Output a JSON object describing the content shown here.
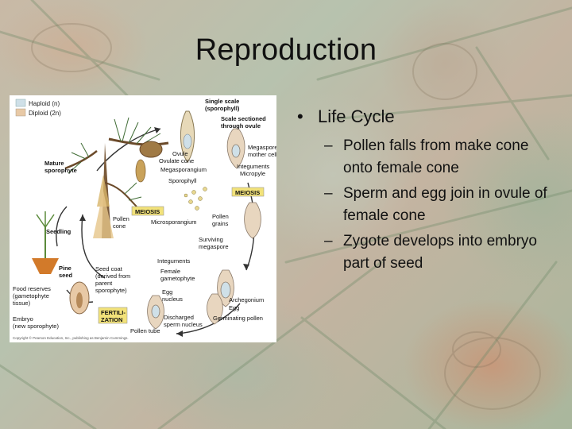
{
  "title": "Reproduction",
  "bullets": {
    "main": "Life Cycle",
    "marker": "•",
    "sub_marker": "–",
    "items": [
      "Pollen falls from make cone onto female cone",
      "Sperm and egg join in ovule of female cone",
      "Zygote develops into embryo part of seed"
    ]
  },
  "figure": {
    "legend": {
      "haploid": "Haploid (n)",
      "diploid": "Diploid (2n)"
    },
    "colors": {
      "haploid": "#cfe0e8",
      "diploid": "#e8c9a6",
      "meiosis": "#f2e27a",
      "fertilization": "#f2e27a"
    },
    "labels": {
      "single_scale": "Single scale",
      "sporophyll_paren": "(sporophyll)",
      "scale_sectioned": "Scale sectioned",
      "through_ovule": "through ovule",
      "ovule": "Ovule",
      "ovulate_cone": "Ovulate cone",
      "megasporangium": "Megasporangium",
      "megaspore": "Megaspore",
      "mother_cell": "mother cell",
      "integuments_top": "Integuments",
      "micropyle": "Micropyle",
      "sporophyll": "Sporophyll",
      "meiosis_right": "MEIOSIS",
      "mature": "Mature",
      "sporophyte": "sporophyte",
      "meiosis_left": "MEIOSIS",
      "pollen": "Pollen",
      "cone": "cone",
      "microsporangium": "Microsporangium",
      "pollen_grains_1": "Pollen",
      "pollen_grains_2": "grains",
      "surviving": "Surviving",
      "megaspore_2": "megaspore",
      "seedling": "Seedling",
      "integuments_mid": "Integuments",
      "pine": "Pine",
      "seed": "seed",
      "seed_coat_1": "Seed coat",
      "seed_coat_2": "(derived from",
      "seed_coat_3": "parent",
      "seed_coat_4": "sporophyte)",
      "female": "Female",
      "gametophyte": "gametophyte",
      "egg": "Egg",
      "nucleus": "nucleus",
      "food_reserves_1": "Food reserves",
      "food_reserves_2": "(gametophyte",
      "food_reserves_3": "tissue)",
      "embryo_1": "Embryo",
      "embryo_2": "(new sporophyte)",
      "fertil_1": "FERTILI-",
      "fertil_2": "ZATION",
      "discharged_1": "Discharged",
      "discharged_2": "sperm nucleus",
      "pollen_tube": "Pollen tube",
      "archegonium": "Archegonium",
      "egg_2": "Egg",
      "germinating_pollen": "Germinating pollen",
      "copyright": "Copyright © Pearson Education, Inc., publishing as Benjamin Cummings."
    }
  }
}
